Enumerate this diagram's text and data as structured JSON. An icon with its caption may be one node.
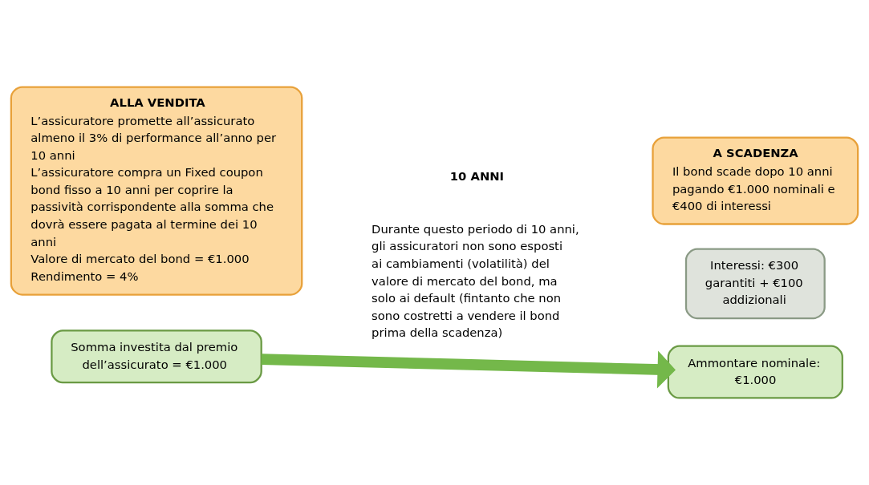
{
  "diagram": {
    "nodes": [
      {
        "text": [
          "ALLA VENDITA",
          "L’assicuratore promette all’assicurato almeno il 3% di performance all’anno per 10 anni",
          "L’assicuratore compra un Fixed coupon bond fisso a 10 anni per coprire la passività corrispondente alla somma che dovrà essere pagata al termine dei 10 anni",
          "Valore di mercato del bond = €1.000",
          "Rendimento = 4%"
        ]
      },
      {
        "text": [
          "Somma investita dal premio dell’assicurato = €1.000"
        ]
      },
      {
        "text": [
          "A SCADENZA",
          "Il bond scade dopo 10 anni pagando €1.000 nominali e €400 di interessi"
        ]
      },
      {
        "text": [
          "Interessi: €300 garantiti + €100 addizionali"
        ]
      },
      {
        "text": [
          "Ammontare nominale: €1.000"
        ]
      }
    ],
    "edges": [
      {
        "from": 1,
        "to": 4,
        "arrow": "to"
      }
    ],
    "labels": [
      "10 ANNI",
      "Durante questo periodo di 10 anni, gli assicuratori non sono esposti ai cambiamenti (volatilità) del valore di mercato del bond, ma solo ai default (fintanto che non sono costretti a vendere il bond prima della scadenza)"
    ]
  }
}
